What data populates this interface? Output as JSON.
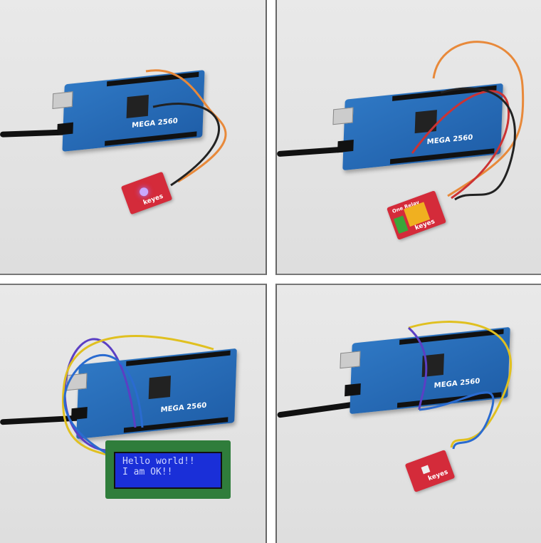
{
  "panels": [
    {
      "board_label": "MEGA 2560",
      "module_label": "keyes"
    },
    {
      "board_label": "MEGA 2560",
      "module_label": "keyes",
      "module_title": "One Relay"
    },
    {
      "board_label": "MEGA 2560",
      "lcd_line1": "Hello world!!",
      "lcd_line2": "I am OK!!"
    },
    {
      "board_label": "MEGA 2560",
      "module_label": "keyes"
    }
  ],
  "colors": {
    "board": "#1f5ea8",
    "module": "#d42b3a",
    "lcd": "#1a2fd8",
    "background": "#e4e4e4"
  }
}
